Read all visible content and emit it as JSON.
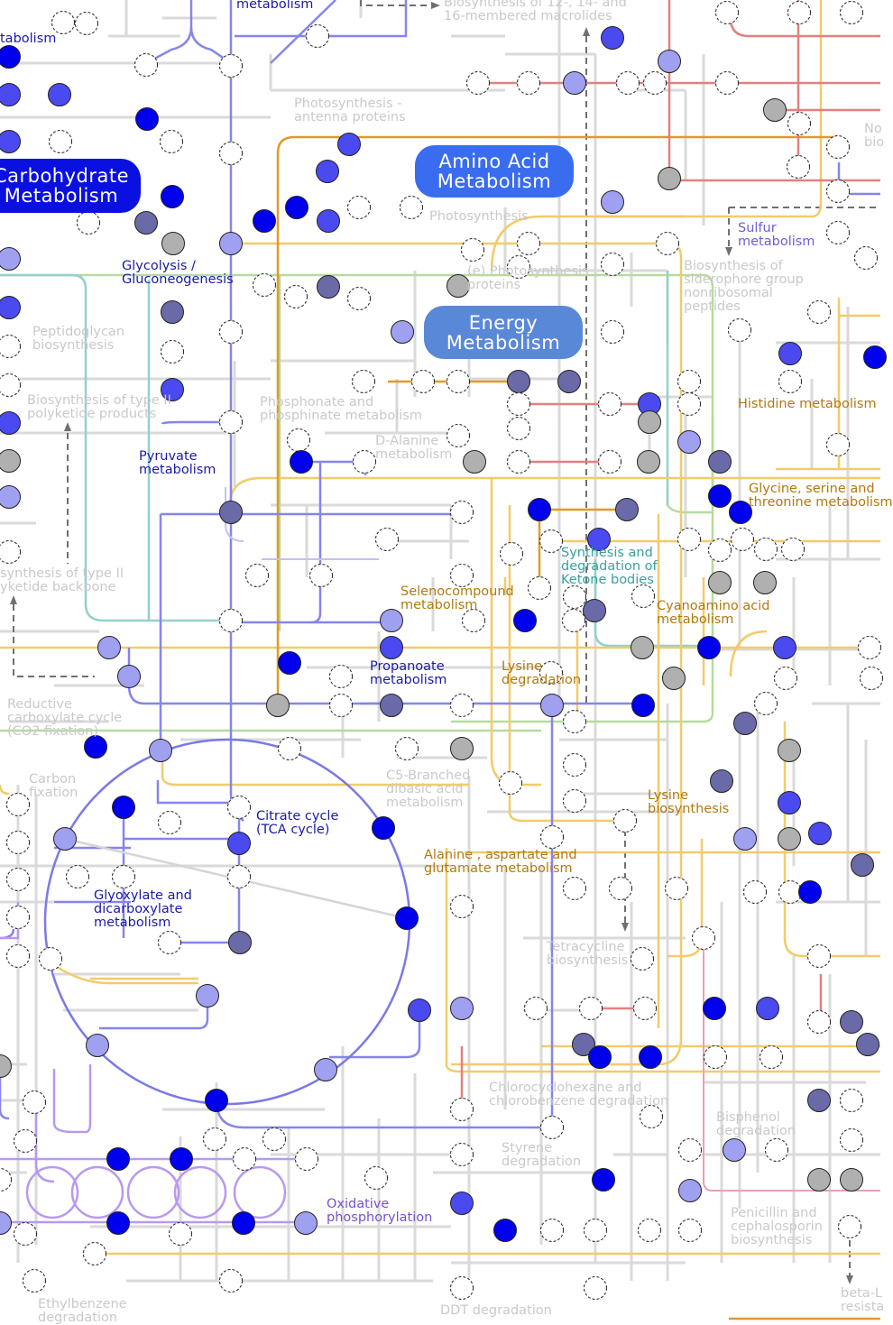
{
  "map": {
    "category_labels": {
      "carbohydrate": "Carbohydrate\nMetabolism",
      "amino_acid": "Amino Acid\nMetabolism",
      "energy": "Energy\nMetabolism"
    },
    "pathway_labels": [
      {
        "key": "metabolism_top",
        "text": "metabolism",
        "style": "navy"
      },
      {
        "key": "metabolism_left",
        "text": "tabolism",
        "style": "navy"
      },
      {
        "key": "macrolides",
        "text": "Biosynthesis of 12-, 14- and\n16-membered macrolides",
        "style": "grey"
      },
      {
        "key": "antenna",
        "text": "Photosynthesis -\nantenna proteins",
        "style": "grey"
      },
      {
        "key": "photosynthesis",
        "text": "Photosynthesis",
        "style": "grey"
      },
      {
        "key": "photosynthesis_proteins",
        "text": "(e) Photosynthesis\nproteins",
        "style": "grey"
      },
      {
        "key": "glycolysis",
        "text": "Glycolysis /\nGluconeogenesis",
        "style": "navy"
      },
      {
        "key": "peptidoglycan",
        "text": "Peptidoglycan\nbiosynthesis",
        "style": "grey"
      },
      {
        "key": "type2_products",
        "text": "Biosynthesis of type II\npolyketide products",
        "style": "grey"
      },
      {
        "key": "phosphonate",
        "text": "Phosphonate and\nphosphinate metabolism",
        "style": "grey"
      },
      {
        "key": "dalanine",
        "text": "D-Alanine\nmetabolism",
        "style": "grey"
      },
      {
        "key": "pyruvate",
        "text": "Pyruvate\nmetabolism",
        "style": "navy"
      },
      {
        "key": "sulfur",
        "text": "Sulfur\nmetabolism",
        "style": "violet"
      },
      {
        "key": "siderophore",
        "text": "Biosynthesis of\nsiderophore group\nnonribosomal\npeptides",
        "style": "grey"
      },
      {
        "key": "histidine",
        "text": "Histidine metabolism",
        "style": "gold"
      },
      {
        "key": "glycine",
        "text": "Glycine, serine and\nthreonine metabolism",
        "style": "gold"
      },
      {
        "key": "ketone",
        "text": "Synthesis and\ndegradation of\nKetone bodies",
        "style": "teal"
      },
      {
        "key": "selenocompound",
        "text": "Selenocompound\nmetabolism",
        "style": "gold"
      },
      {
        "key": "cyanoamino",
        "text": "Cyanoamino acid\nmetabolism",
        "style": "gold"
      },
      {
        "key": "type2_backbone",
        "text": "synthesis of type II\nyketide backbone",
        "style": "grey"
      },
      {
        "key": "propanoate",
        "text": "Propanoate\nmetabolism",
        "style": "navy"
      },
      {
        "key": "lysine_deg",
        "text": "Lysine\ndegradation",
        "style": "gold"
      },
      {
        "key": "reductive",
        "text": "Reductive\ncarboxylate cycle\n(CO2 fixation)",
        "style": "grey"
      },
      {
        "key": "carbon_fixation",
        "text": "Carbon\nfixation",
        "style": "grey"
      },
      {
        "key": "c5",
        "text": "C5-Branched\ndibasic acid\nmetabolism",
        "style": "grey"
      },
      {
        "key": "lysine_bio",
        "text": "Lysine\nbiosynthesis",
        "style": "gold"
      },
      {
        "key": "citrate",
        "text": "Citrate cycle\n(TCA cycle)",
        "style": "navy"
      },
      {
        "key": "alanine",
        "text": "Alanine , aspartate and\nglutamate metabolism",
        "style": "gold"
      },
      {
        "key": "glyoxylate",
        "text": "Glyoxylate and\ndicarboxylate\nmetabolism",
        "style": "navy"
      },
      {
        "key": "tetracycline",
        "text": "Tetracycline\nbiosynthesis",
        "style": "grey"
      },
      {
        "key": "chlorocyclohexane",
        "text": "Chlorocyclohexane and\nchlorobenzene degradation",
        "style": "grey"
      },
      {
        "key": "bisphenol",
        "text": "Bisphenol\ndegradation",
        "style": "grey"
      },
      {
        "key": "styrene",
        "text": "Styrene\ndegradation",
        "style": "grey"
      },
      {
        "key": "oxidative",
        "text": "Oxidative\nphosphorylation",
        "style": "purple"
      },
      {
        "key": "penicillin",
        "text": "Penicillin and\ncephalosporin\nbiosynthesis",
        "style": "grey"
      },
      {
        "key": "ethylbenzene",
        "text": "Ethylbenzene\ndegradation",
        "style": "grey"
      },
      {
        "key": "ddt",
        "text": "DDT degradation",
        "style": "grey"
      },
      {
        "key": "beta_lactam",
        "text": "beta-L\nresista",
        "style": "grey"
      },
      {
        "key": "no_right",
        "text": "No\nbio",
        "style": "grey"
      }
    ],
    "colors": {
      "carbohydrate_pill": "#0a10e0",
      "amino_pill": "#3a6cf0",
      "energy_pill": "#5a88d8",
      "carbohydrate_line": "#8080e8",
      "amino_line": "#f0c860",
      "amino_line_dark": "#e0982a",
      "energy_line": "#a8d890",
      "teal_line": "#90cccc",
      "lipid_line": "#e07878",
      "oxphos_line": "#b898f0",
      "grey_line": "#d8d8d8",
      "node_high": "#0000ee",
      "node_mid": "#4a4af0",
      "node_low": "#a0a0f0",
      "node_slate": "#6a6aa8",
      "node_grey": "#b0b0b0"
    }
  }
}
